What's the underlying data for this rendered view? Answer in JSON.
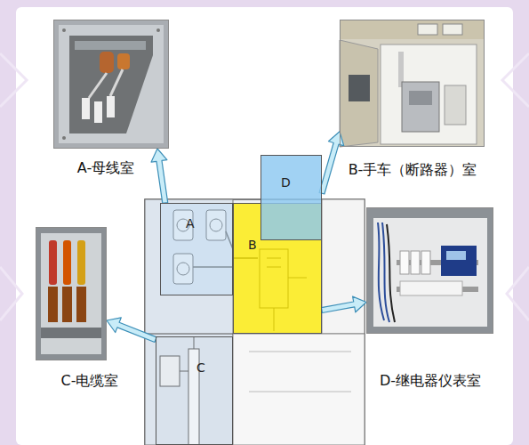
{
  "diagram": {
    "nodes": [
      {
        "text": [
          "A-母线室"
        ]
      },
      {
        "text": [
          "B-手车（断路器）室"
        ]
      },
      {
        "text": [
          "A"
        ]
      },
      {
        "text": [
          "D"
        ]
      },
      {
        "text": [
          "B"
        ]
      },
      {
        "text": [
          "C-电缆室"
        ]
      },
      {
        "text": [
          "D-继电器仪表室"
        ]
      },
      {
        "text": [
          "C"
        ]
      }
    ],
    "edges": [
      {
        "from": 2,
        "to": 0,
        "arrow": "to"
      },
      {
        "from": 3,
        "to": 1,
        "arrow": "to"
      },
      {
        "from": 4,
        "to": 6,
        "arrow": "to"
      },
      {
        "from": 7,
        "to": 5,
        "arrow": "to"
      }
    ]
  }
}
